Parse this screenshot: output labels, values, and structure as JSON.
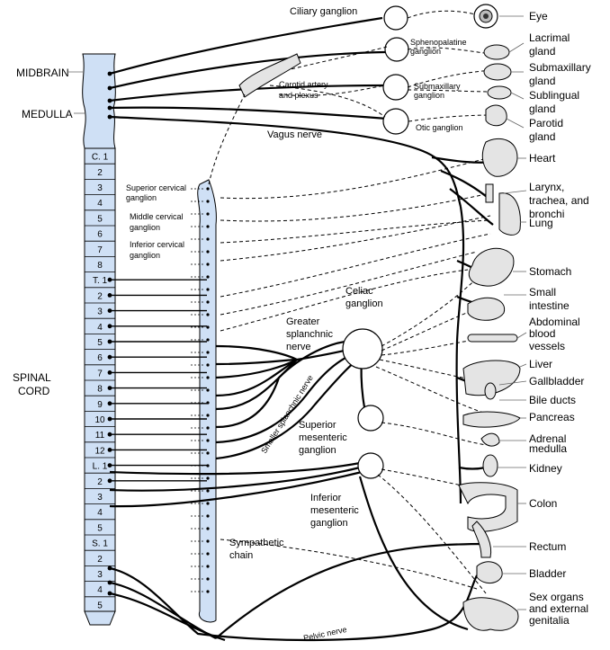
{
  "cns": {
    "midbrain": "MIDBRAIN",
    "medulla": "MEDULLA",
    "spinal_cord": [
      "SPINAL",
      "CORD"
    ]
  },
  "segments": [
    "C. 1",
    "2",
    "3",
    "4",
    "5",
    "6",
    "7",
    "8",
    "T. 1",
    "2",
    "3",
    "4",
    "5",
    "6",
    "7",
    "8",
    "9",
    "10",
    "11",
    "12",
    "L. 1",
    "2",
    "3",
    "4",
    "5",
    "S. 1",
    "2",
    "3",
    "4",
    "5"
  ],
  "ganglia": {
    "ciliary": "Ciliary ganglion",
    "sphenopalatine": [
      "Sphenopalatine",
      "ganglion"
    ],
    "carotid": [
      "Carotid artery",
      "and plexus"
    ],
    "submaxillary": [
      "Submaxillary",
      "ganglion"
    ],
    "otic": "Otic ganglion",
    "vagus": "Vagus nerve",
    "superior_cervical": [
      "Superior cervical",
      "ganglion"
    ],
    "middle_cervical": [
      "Middle cervical",
      "ganglion"
    ],
    "inferior_cervical": [
      "Inferior cervical",
      "ganglion"
    ],
    "celiac": [
      "Celiac",
      "ganglion"
    ],
    "greater_splanchnic": [
      "Greater",
      "splanchnic",
      "nerve"
    ],
    "smaller_splanchnic": "Smaller splanchnic nerve",
    "superior_mesenteric": [
      "Superior",
      "mesenteric",
      "ganglion"
    ],
    "inferior_mesenteric": [
      "Inferior",
      "mesenteric",
      "ganglion"
    ],
    "sympathetic_chain": [
      "Sympathetic",
      "chain"
    ],
    "pelvic": "Pelvic nerve"
  },
  "organs": [
    [
      "Eye"
    ],
    [
      "Lacrimal",
      "gland"
    ],
    [
      "Submaxillary",
      "gland"
    ],
    [
      "Sublingual",
      "gland"
    ],
    [
      "Parotid",
      "gland"
    ],
    [
      "Heart"
    ],
    [
      "Larynx,",
      "trachea, and",
      "bronchi"
    ],
    [
      "Lung"
    ],
    [
      "Stomach"
    ],
    [
      "Small",
      "intestine"
    ],
    [
      "Abdominal",
      "blood",
      "vessels"
    ],
    [
      "Liver"
    ],
    [
      "Gallbladder"
    ],
    [
      "Bile ducts"
    ],
    [
      "Pancreas"
    ],
    [
      "Adrenal",
      "medulla"
    ],
    [
      "Kidney"
    ],
    [
      "Colon"
    ],
    [
      "Rectum"
    ],
    [
      "Bladder"
    ],
    [
      "Sex organs",
      "and external",
      "genitalia"
    ]
  ],
  "colors": {
    "cord": "#cfe0f5",
    "chain": "#cfe0f5",
    "line": "#000000"
  }
}
